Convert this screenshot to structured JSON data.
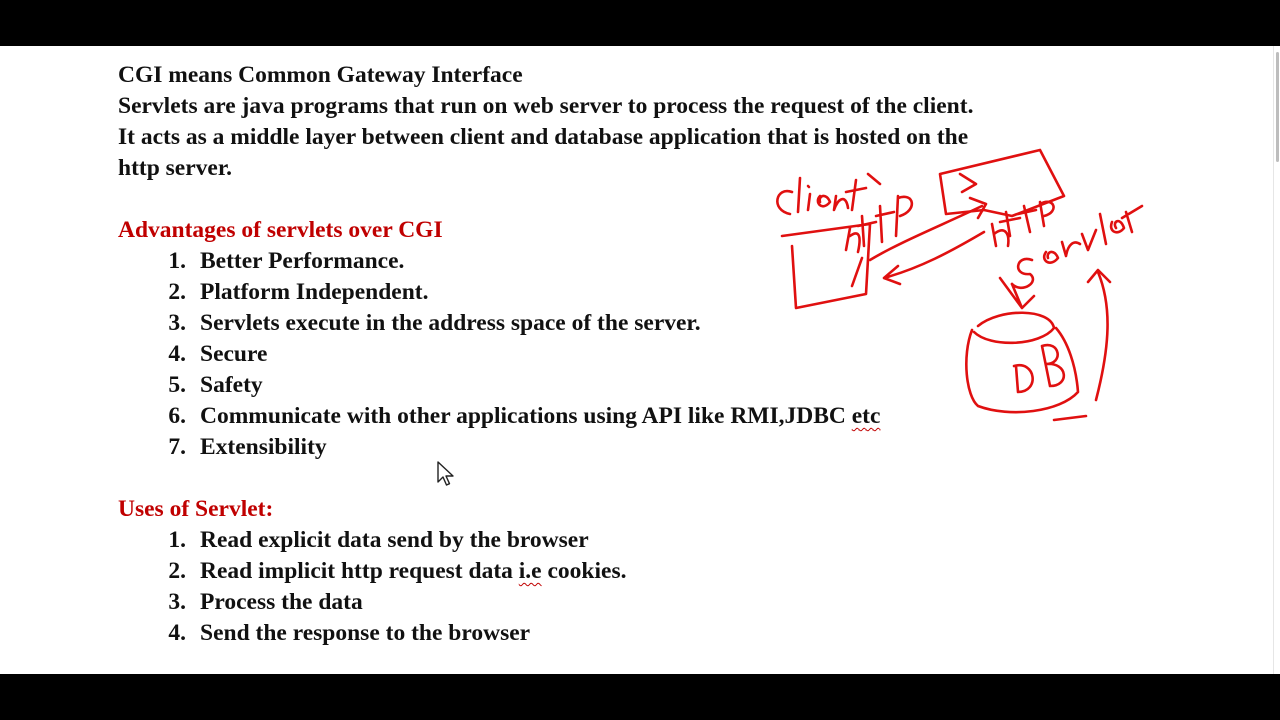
{
  "intro": {
    "line1": "CGI means Common Gateway Interface",
    "line2": "Servlets are java programs that run on web server to process the request of the client.",
    "line3": "It acts as a middle layer between client and database application that is hosted on the",
    "line4": "http server."
  },
  "advantages": {
    "heading": "Advantages of servlets over CGI",
    "items": [
      {
        "n": "1.",
        "text": "Better Performance."
      },
      {
        "n": "2.",
        "text": "Platform Independent."
      },
      {
        "n": "3.",
        "text": "Servlets execute in the address space of the server."
      },
      {
        "n": "4.",
        "text": "Secure"
      },
      {
        "n": "5.",
        "text": "Safety"
      },
      {
        "n": "6.",
        "text_a": "Communicate with other applications using API like RMI,JDBC ",
        "text_b": "etc"
      },
      {
        "n": "7.",
        "text": "Extensibility"
      }
    ]
  },
  "uses": {
    "heading": "Uses of Servlet:",
    "items": [
      {
        "n": "1.",
        "text": "Read explicit data send by the browser"
      },
      {
        "n": "2.",
        "text_a": "Read implicit http request data ",
        "text_b": "i.e",
        "text_c": " cookies."
      },
      {
        "n": "3.",
        "text": "Process the data"
      },
      {
        "n": "4.",
        "text": "Send the response to the browser"
      }
    ]
  },
  "colors": {
    "heading": "#c00000",
    "annotation_ink": "#e01010"
  },
  "annotation": {
    "handwritten_labels": [
      "client",
      "http",
      "http",
      "servlet",
      "DB"
    ]
  }
}
